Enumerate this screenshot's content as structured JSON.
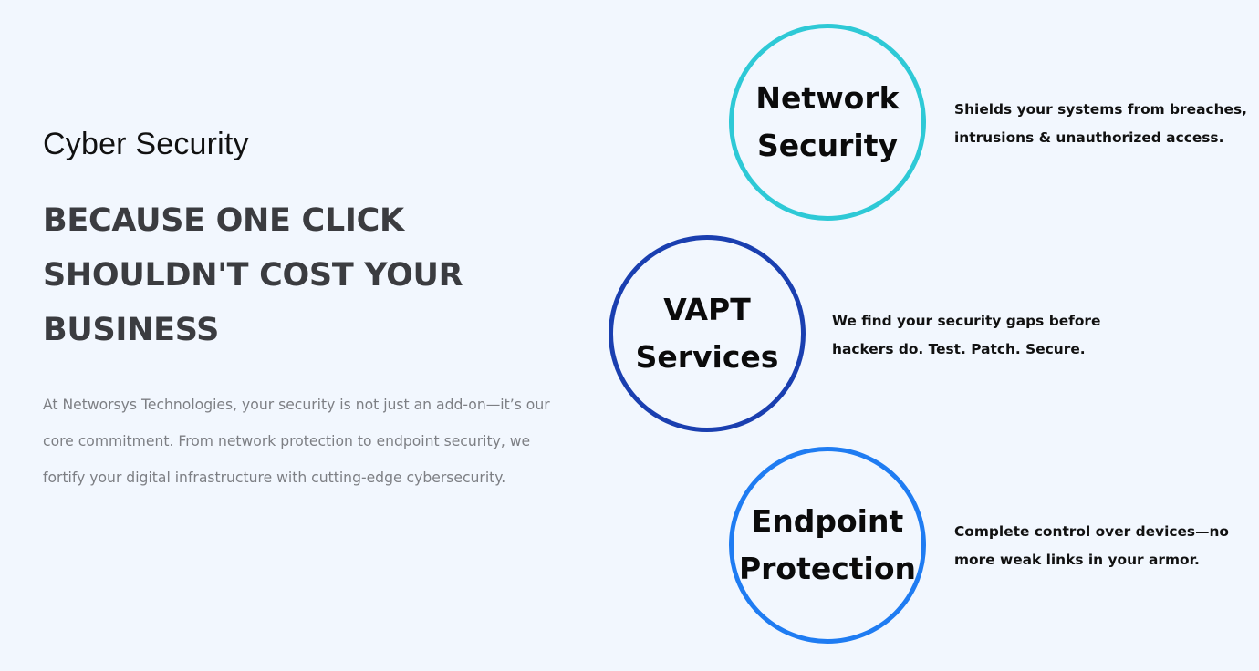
{
  "section": {
    "eyebrow": "Cyber Security",
    "headline_lines": [
      "BECAUSE ONE CLICK",
      "SHOULDN'T COST YOUR",
      "BUSINESS"
    ],
    "description_lines": [
      "At Networsys Technologies, your security is not just an add-on—it’s our",
      "core commitment. From network protection to endpoint security, we",
      "fortify your digital infrastructure with cutting-edge cybersecurity."
    ]
  },
  "services": [
    {
      "title_lines": [
        "Network",
        "Security"
      ],
      "description_lines": [
        "Shields your systems from breaches,",
        "intrusions & unauthorized access."
      ],
      "ring_color": "#2ec9d6"
    },
    {
      "title_lines": [
        "VAPT",
        "Services"
      ],
      "description_lines": [
        "We find your security gaps before",
        "hackers do. Test. Patch. Secure."
      ],
      "ring_color": "#1a3fb0"
    },
    {
      "title_lines": [
        "Endpoint",
        "Protection"
      ],
      "description_lines": [
        "Complete control over devices—no",
        "more weak links in your armor."
      ],
      "ring_color": "#1f7cf2"
    }
  ]
}
